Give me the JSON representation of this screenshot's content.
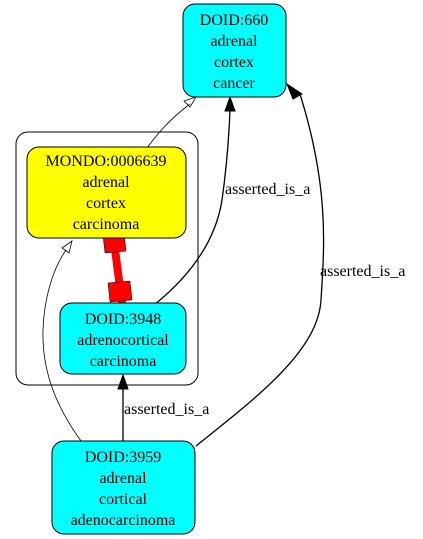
{
  "colors": {
    "mondo_fill": "#ffff00",
    "doid_fill": "#00ffff",
    "equivalence_edge": "#ff0000",
    "stroke": "#000000",
    "background": "#ffffff"
  },
  "nodes": {
    "doid_660": {
      "id": "DOID:660",
      "lines": [
        "adrenal",
        "cortex",
        "cancer"
      ]
    },
    "mondo_0006639": {
      "id": "MONDO:0006639",
      "lines": [
        "adrenal",
        "cortex",
        "carcinoma"
      ]
    },
    "doid_3948": {
      "id": "DOID:3948",
      "lines": [
        "adrenocortical",
        "carcinoma"
      ]
    },
    "doid_3959": {
      "id": "DOID:3959",
      "lines": [
        "adrenal",
        "cortical",
        "adenocarcinoma"
      ]
    }
  },
  "edges": {
    "mondo_to_660": {
      "label": ""
    },
    "doid3948_to_660": {
      "label": "asserted_is_a"
    },
    "doid3959_to_660": {
      "label": "asserted_is_a"
    },
    "doid3959_to_3948": {
      "label": "asserted_is_a"
    },
    "doid3959_to_mondo": {
      "label": ""
    },
    "mondo_equiv_3948": {
      "label": ""
    }
  }
}
